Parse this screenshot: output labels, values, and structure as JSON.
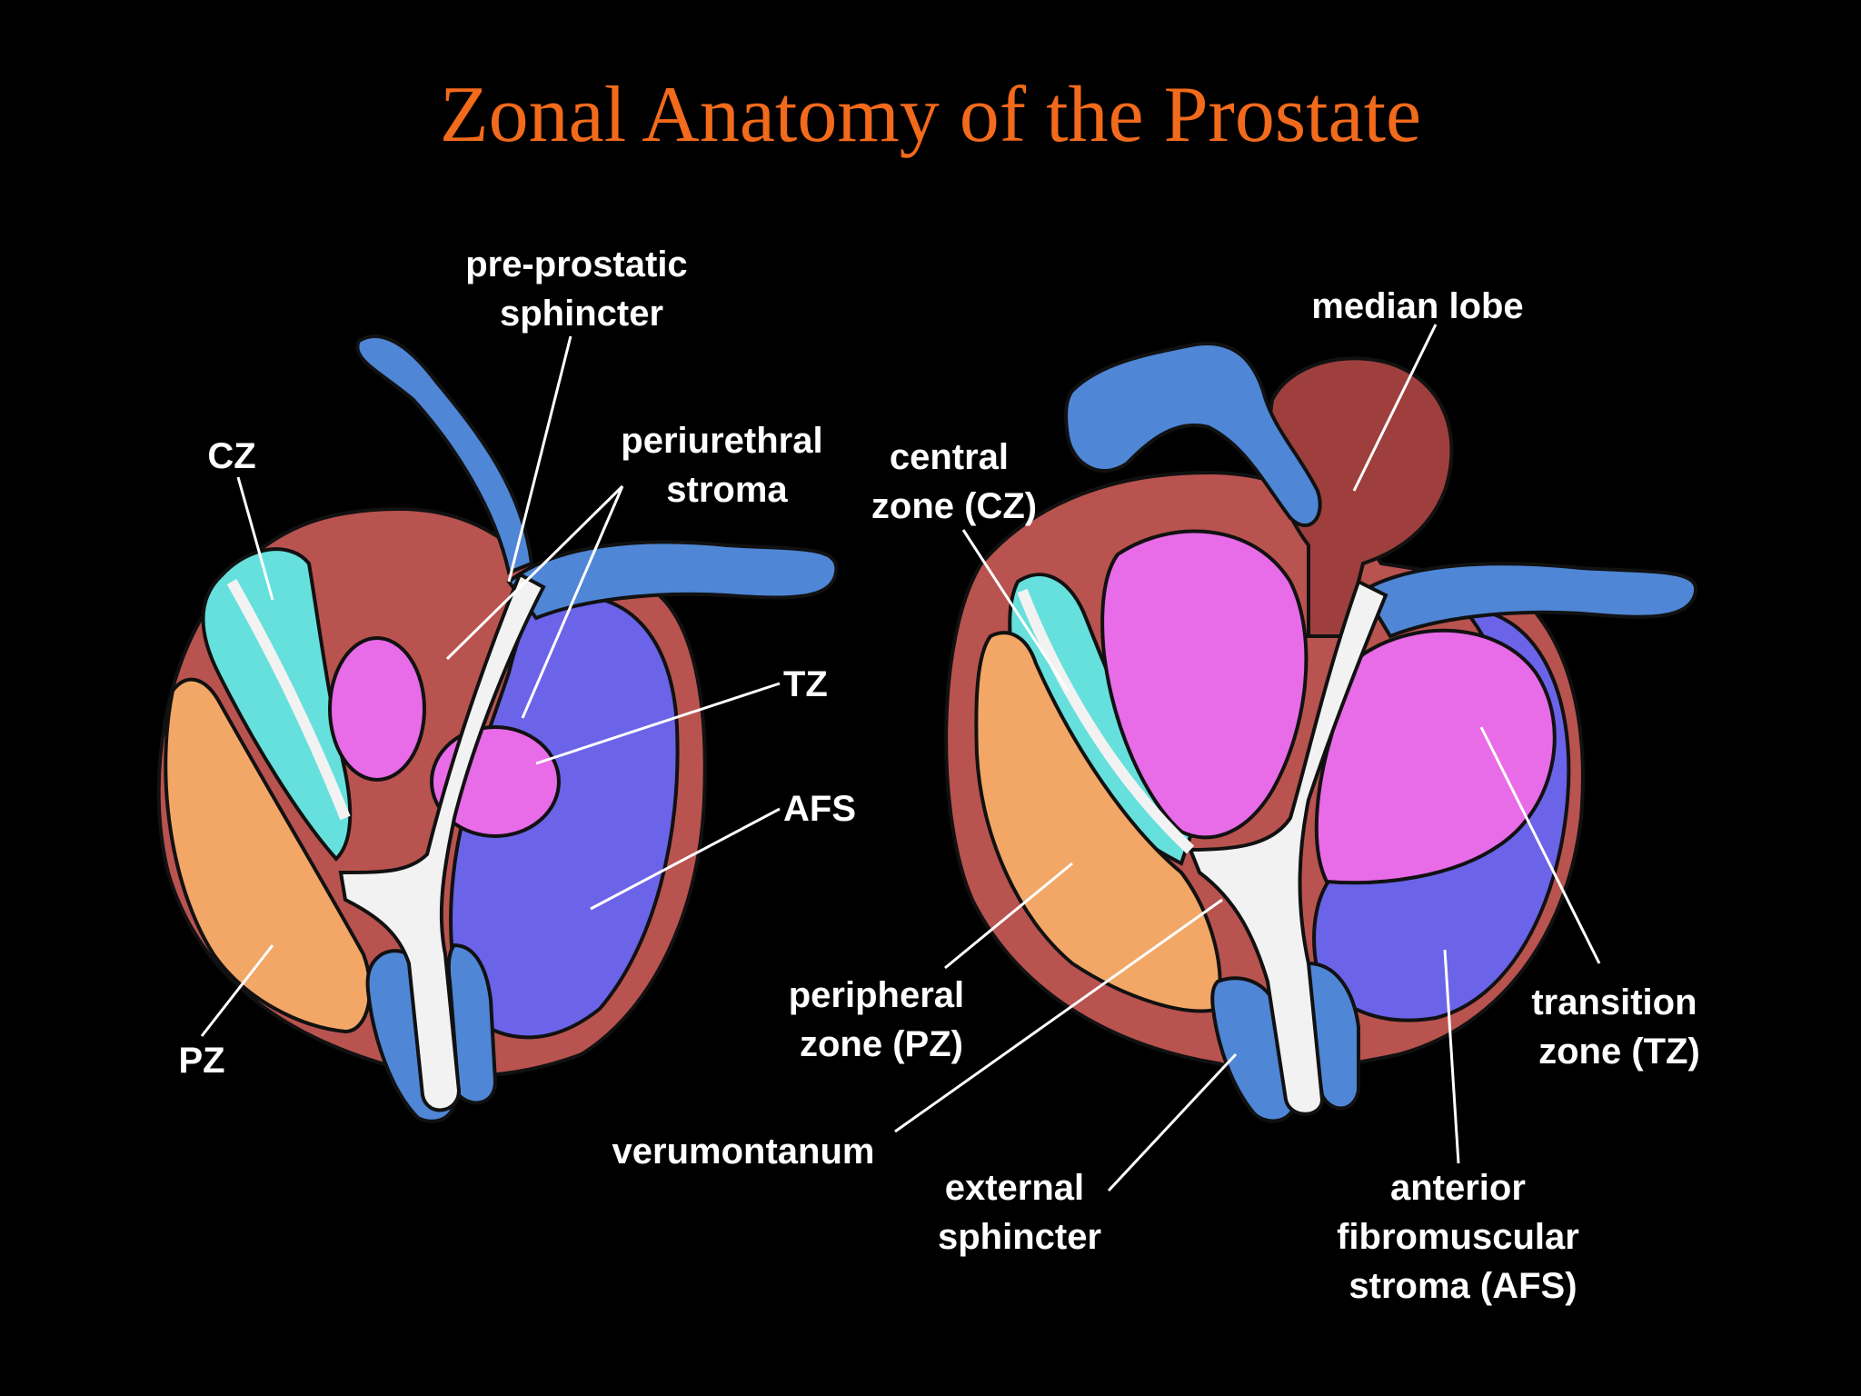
{
  "title": "Zonal Anatomy of the Prostate",
  "colors": {
    "background": "#000000",
    "title": "#f26a1b",
    "capsule": "#b9534f",
    "central_zone": "#66e0dc",
    "peripheral_zone": "#f2a766",
    "transition_zone": "#e86be8",
    "anterior_fibromuscular_stroma": "#6b63e8",
    "sphincter": "#4f86d6",
    "urethra": "#f2f2f2",
    "labels": "#ffffff"
  },
  "left_diagram": {
    "labels": {
      "preprostatic_sphincter": [
        "pre-prostatic",
        "sphincter"
      ],
      "cz": "CZ",
      "periurethral_stroma": [
        "periurethral",
        "stroma"
      ],
      "tz": "TZ",
      "afs": "AFS",
      "pz": "PZ"
    }
  },
  "right_diagram": {
    "labels": {
      "median_lobe": "median lobe",
      "central_zone": [
        "central",
        "zone (CZ)"
      ],
      "peripheral_zone": [
        "peripheral",
        "zone (PZ)"
      ],
      "verumontanum": "verumontanum",
      "external_sphincter": [
        "external",
        "sphincter"
      ],
      "transition_zone": [
        "transition",
        "zone (TZ)"
      ],
      "anterior_fibromuscular_stroma": [
        "anterior",
        "fibromuscular",
        "stroma (AFS)"
      ]
    }
  }
}
